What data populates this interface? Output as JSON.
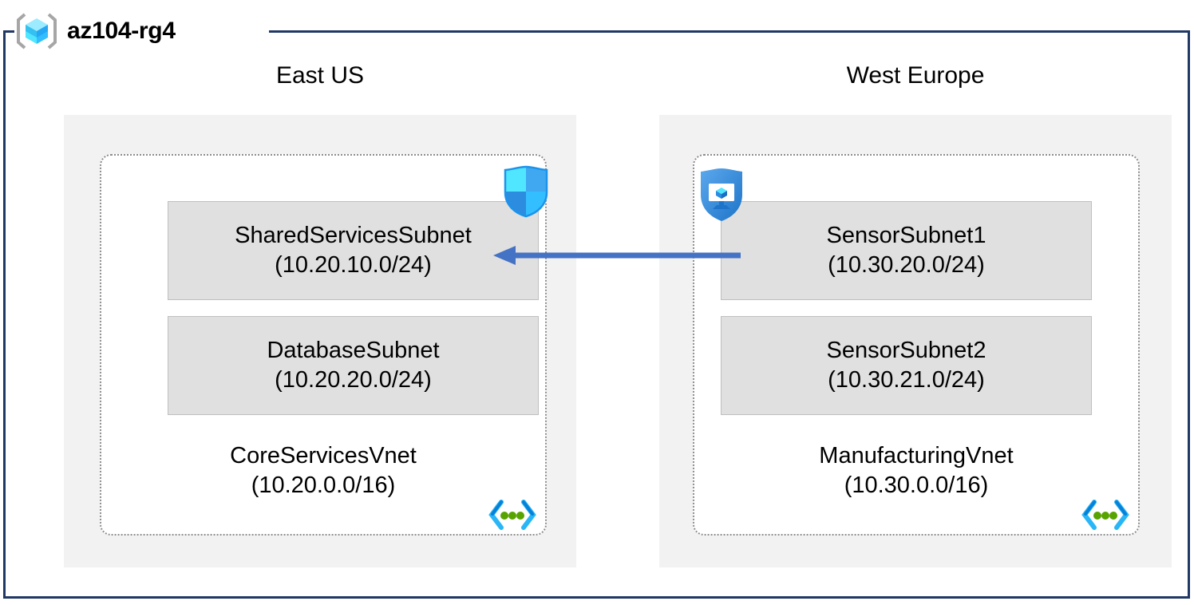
{
  "resource_group": {
    "name": "az104-rg4",
    "icon": "resource-group-cube-icon",
    "border_color": "#1F3864"
  },
  "colors": {
    "region_fill": "#F2F2F2",
    "subnet_fill": "#E0E0E0",
    "subnet_border": "#BFBFBF",
    "vnet_border": "#8C8C8C",
    "arrow": "#4472C4",
    "nsg_shield_light": "#32BEFF",
    "nsg_shield_dark": "#1B93EB",
    "vm_shield": "#3C91E6",
    "vnet_bracket": "#0078D4",
    "vnet_dot": "#57A300"
  },
  "regions": [
    {
      "label": "East US",
      "vnet": {
        "name": "CoreServicesVnet",
        "cidr": "(10.20.0.0/16)",
        "icon": "virtual-network-icon",
        "subnets": [
          {
            "name": "SharedServicesSubnet",
            "cidr": "(10.20.10.0/24)",
            "badge_icon": "network-security-group-shield-icon"
          },
          {
            "name": "DatabaseSubnet",
            "cidr": "(10.20.20.0/24)",
            "badge_icon": null
          }
        ]
      }
    },
    {
      "label": "West Europe",
      "vnet": {
        "name": "ManufacturingVnet",
        "cidr": "(10.30.0.0/16)",
        "icon": "virtual-network-icon",
        "subnets": [
          {
            "name": "SensorSubnet1",
            "cidr": "(10.30.20.0/24)",
            "badge_icon": "vm-protection-shield-icon"
          },
          {
            "name": "SensorSubnet2",
            "cidr": "(10.30.21.0/24)",
            "badge_icon": null
          }
        ]
      }
    }
  ],
  "connection": {
    "type": "vnet-peering-arrow",
    "direction": "right-to-left",
    "from": "SensorSubnet1",
    "to": "SharedServicesSubnet"
  }
}
